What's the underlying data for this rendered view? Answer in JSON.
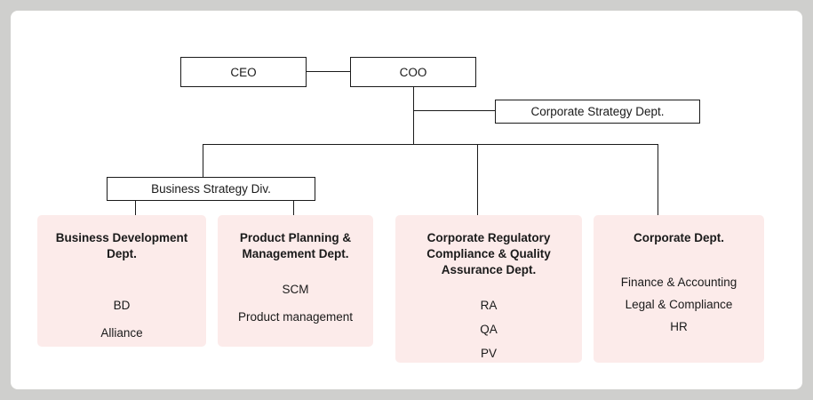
{
  "org_chart": {
    "nodes": {
      "ceo": "CEO",
      "coo": "COO",
      "corporate_strategy": "Corporate Strategy Dept.",
      "business_strategy": "Business Strategy Div."
    },
    "departments": [
      {
        "title": "Business Development Dept.",
        "items": [
          "BD",
          "Alliance"
        ]
      },
      {
        "title": "Product Planning & Management Dept.",
        "items": [
          "SCM",
          "Product management"
        ]
      },
      {
        "title": "Corporate Regulatory Compliance & Quality Assurance Dept.",
        "items": [
          "RA",
          "QA",
          "PV"
        ]
      },
      {
        "title": "Corporate Dept.",
        "items": [
          "Finance & Accounting",
          "Legal & Compliance",
          "HR"
        ]
      }
    ],
    "colors": {
      "department_fill": "#fcebea",
      "connector_line": "#1a1a1a",
      "node_border": "#1a1a1a",
      "card_background": "#ffffff",
      "page_background": "#cfcfcd"
    }
  }
}
